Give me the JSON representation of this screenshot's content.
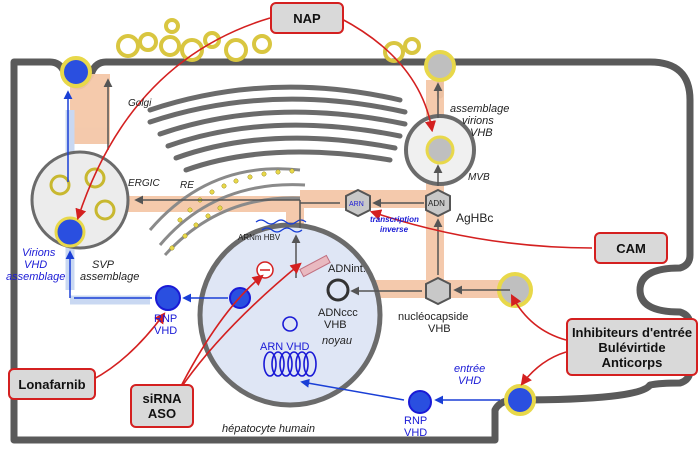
{
  "drugs": {
    "nap": "NAP",
    "cam": "CAM",
    "lonafarnib": "Lonafarnib",
    "sirna": "siRNA",
    "aso": "ASO",
    "entry_l1": "Inhibiteurs d'entrée",
    "entry_l2": "Bulévirtide",
    "entry_l3": "Anticorps"
  },
  "labels": {
    "golgi": "Golgi",
    "ergic": "ERGIC",
    "re": "RE",
    "mvb": "MVB",
    "assembly_l1": "assemblage",
    "assembly_l2": "virions",
    "assembly_l3": "VHB",
    "arn": "ARN",
    "adn": "ADN",
    "transcription_l1": "transcription",
    "transcription_l2": "inverse",
    "aghbc": "AgHBc",
    "virions_l1": "Virions",
    "virions_l2": "VHD",
    "virions_l3": "assemblage",
    "svp_l1": "SVP",
    "svp_l2": "assemblage",
    "arnm_hbv": "ARNm HBV",
    "adn_int": "ADNint.",
    "adnccc_l1": "ADNccc",
    "adnccc_l2": "VHB",
    "noyau": "noyau",
    "nucleocapside_l1": "nucléocapside",
    "nucleocapside_l2": "VHB",
    "rnp_l1": "RNP",
    "rnp_l2": "VHD",
    "arn_vhd": "ARN VHD",
    "entree_l1": "entrée",
    "entree_l2": "VHD",
    "rnp2_l1": "RNP",
    "rnp2_l2": "VHD",
    "hepatocyte": "hépatocyte humain"
  },
  "colors": {
    "inhibitor_arrow": "#d42020",
    "pathway": "#f4c7a8",
    "hdv_pathway": "#c9d8f2",
    "nucleus_fill": "#dfe6f5",
    "membrane": "#5a5a5a",
    "virion_blue": "#1a3fd6",
    "envelope_yellow": "#e8d84a"
  }
}
